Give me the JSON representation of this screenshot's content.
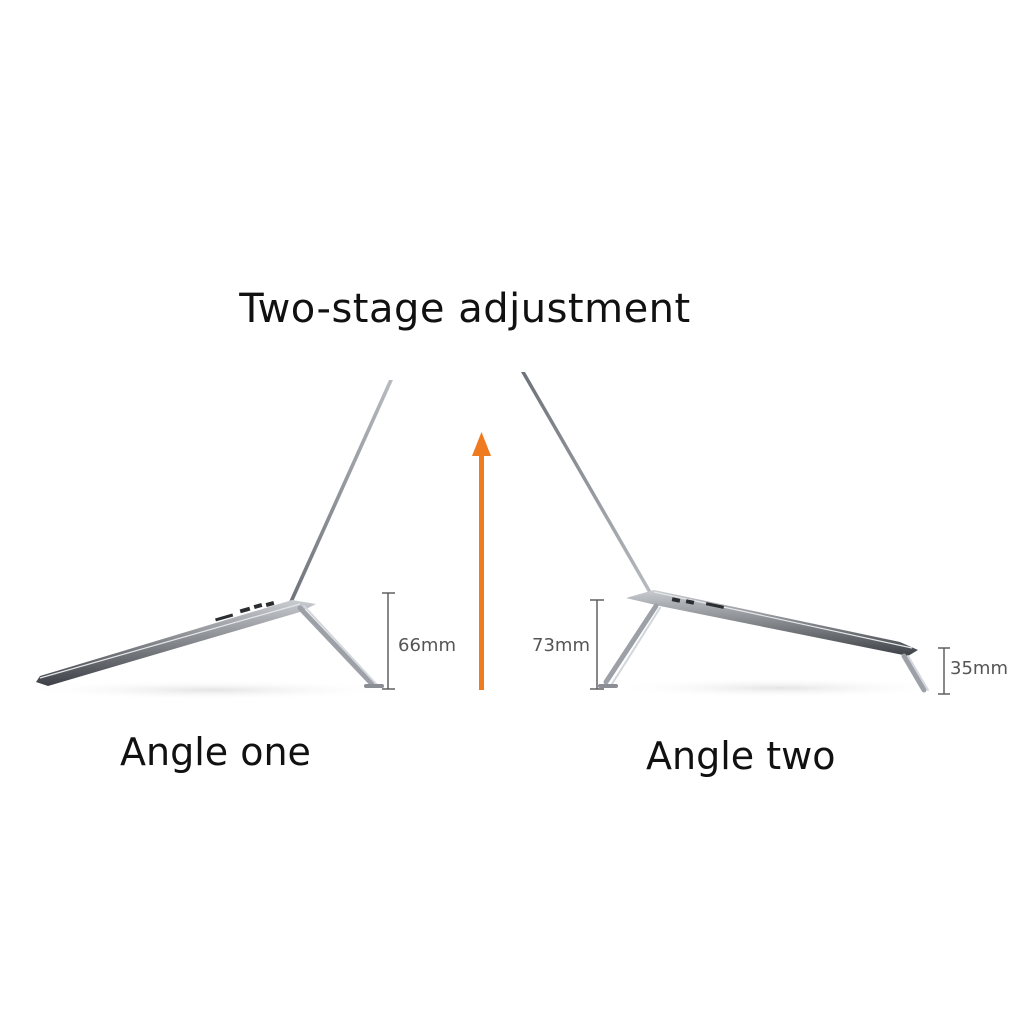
{
  "title": "Two-stage adjustment",
  "angle_one": {
    "caption": "Angle one",
    "height_label": "66mm"
  },
  "angle_two": {
    "caption": "Angle two",
    "height_label": "73mm",
    "low_height_label": "35mm"
  },
  "colors": {
    "arrow": "#F07A1E",
    "laptop": "#8a8f96",
    "stand": "#a3a7ad",
    "dimension": "#555555"
  }
}
